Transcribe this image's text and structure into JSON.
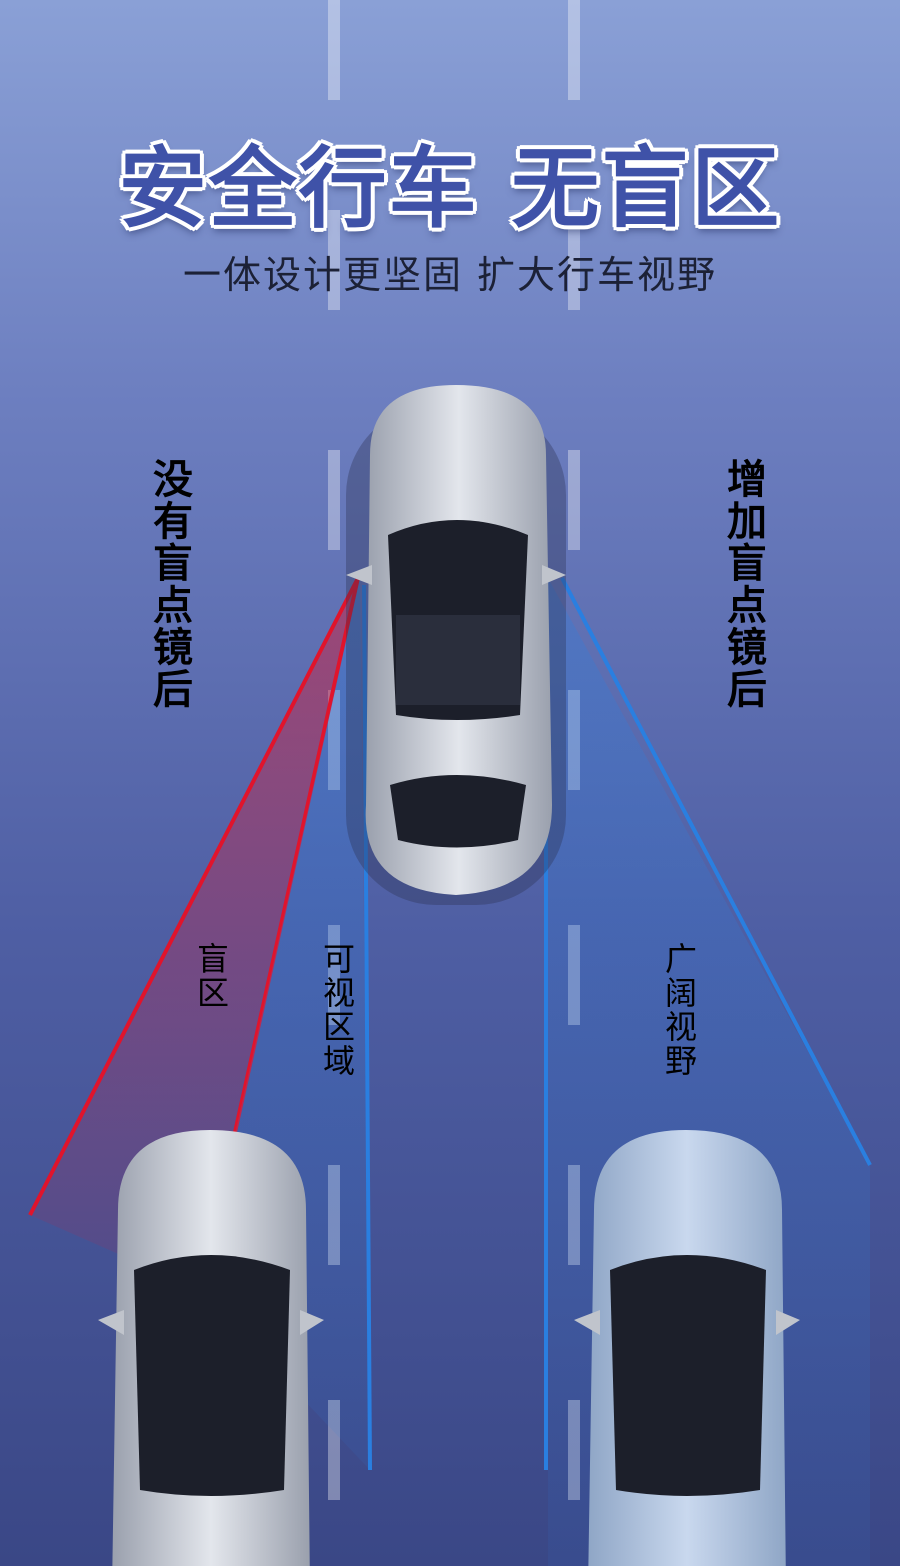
{
  "headline": "安全行车 无盲区",
  "subline": "一体设计更坚固 扩大行车视野",
  "labels": {
    "left_side": "没有盲点镜后",
    "right_side": "增加盲点镜后",
    "blind_zone": "盲区",
    "visible_zone": "可视区域",
    "wide_view": "广阔视野"
  },
  "colors": {
    "blind_zone": "#e0142c",
    "view_zone": "#2a7fe0",
    "headline": "#3f52a8"
  }
}
